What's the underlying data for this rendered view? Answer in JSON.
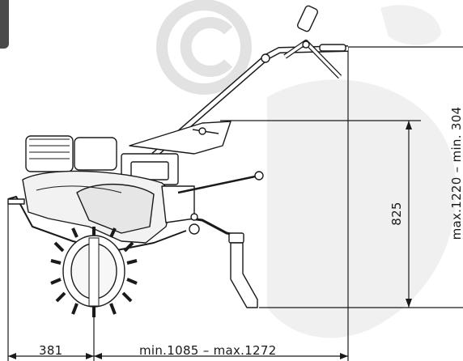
{
  "labels": {
    "wheel_offset": "381",
    "length_range": "min.1085  –  max.1272",
    "handle_height": "825",
    "height_range": "max.1220  –  min.  304"
  },
  "colors": {
    "line": "#1a1a1a",
    "shade": "#efefef",
    "watermark": "#d9d9d9"
  },
  "icons": {
    "watermark": "copyright-icon"
  }
}
